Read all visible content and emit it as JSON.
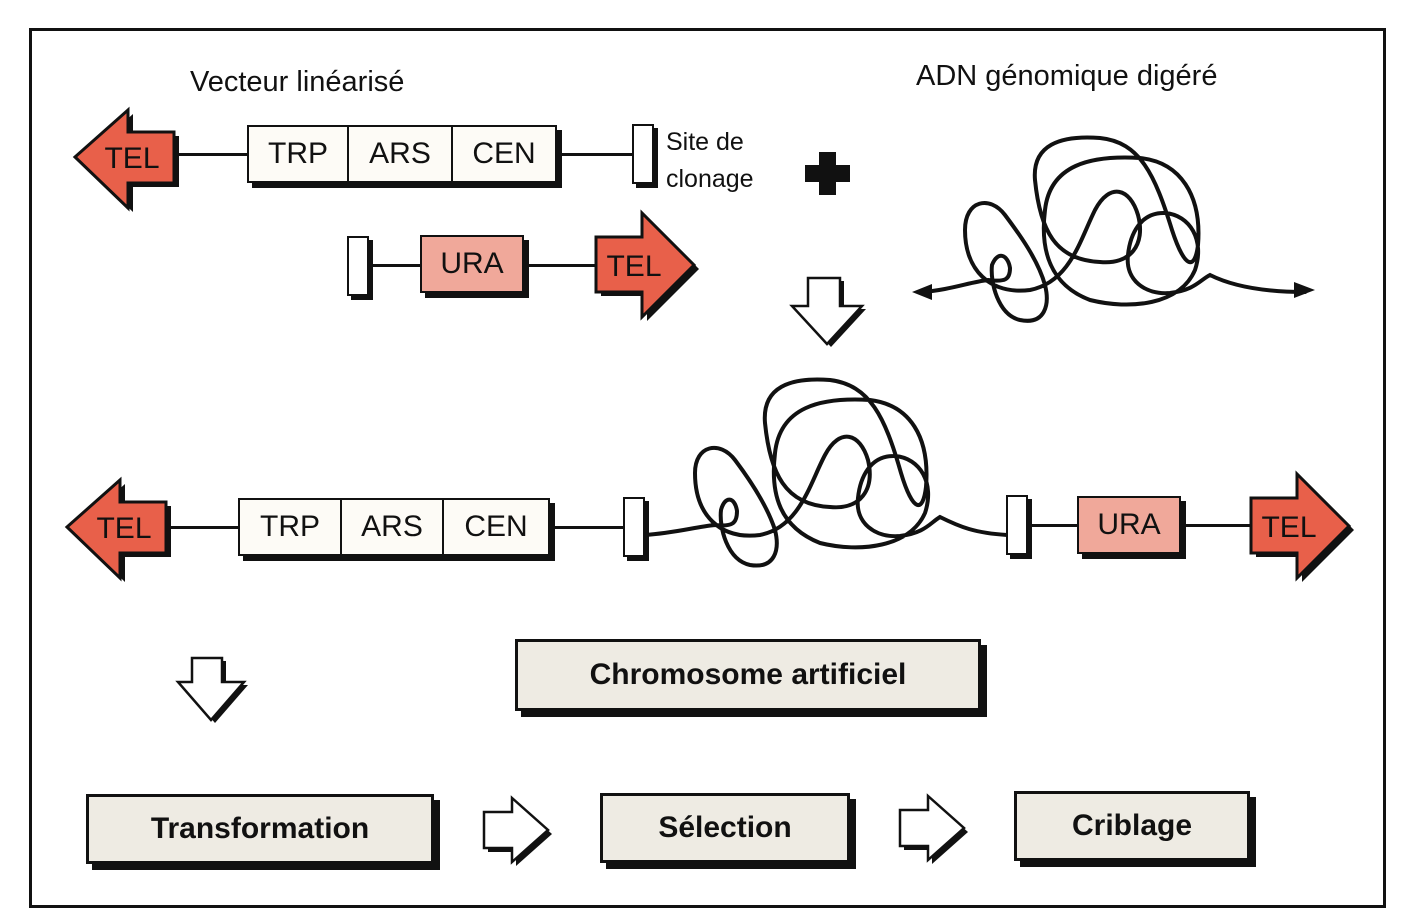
{
  "diagram": {
    "labels": {
      "vector_title": "Vecteur linéarisé",
      "genomic_title": "ADN génomique digéré",
      "cloning_site": [
        "Site de",
        "clonage"
      ],
      "artificial_chromosome": "Chromosome  artificiel"
    },
    "vector_top": {
      "left_telomere": "TEL",
      "segments": [
        "TRP",
        "ARS",
        "CEN"
      ],
      "right_arm": {
        "marker": "URA",
        "telomere": "TEL"
      }
    },
    "recombinant": {
      "left_telomere": "TEL",
      "segments": [
        "TRP",
        "ARS",
        "CEN"
      ],
      "marker": "URA",
      "right_telomere": "TEL"
    },
    "workflow": [
      "Transformation",
      "Sélection",
      "Criblage"
    ],
    "icons": [
      "plus-icon",
      "down-arrow-icon",
      "right-arrow-icon",
      "dna-coil-icon"
    ],
    "colors": {
      "telomere": "#e8604a",
      "marker": "#f0a89a",
      "box_fill": "#eeebe3",
      "stroke": "#111111"
    }
  }
}
